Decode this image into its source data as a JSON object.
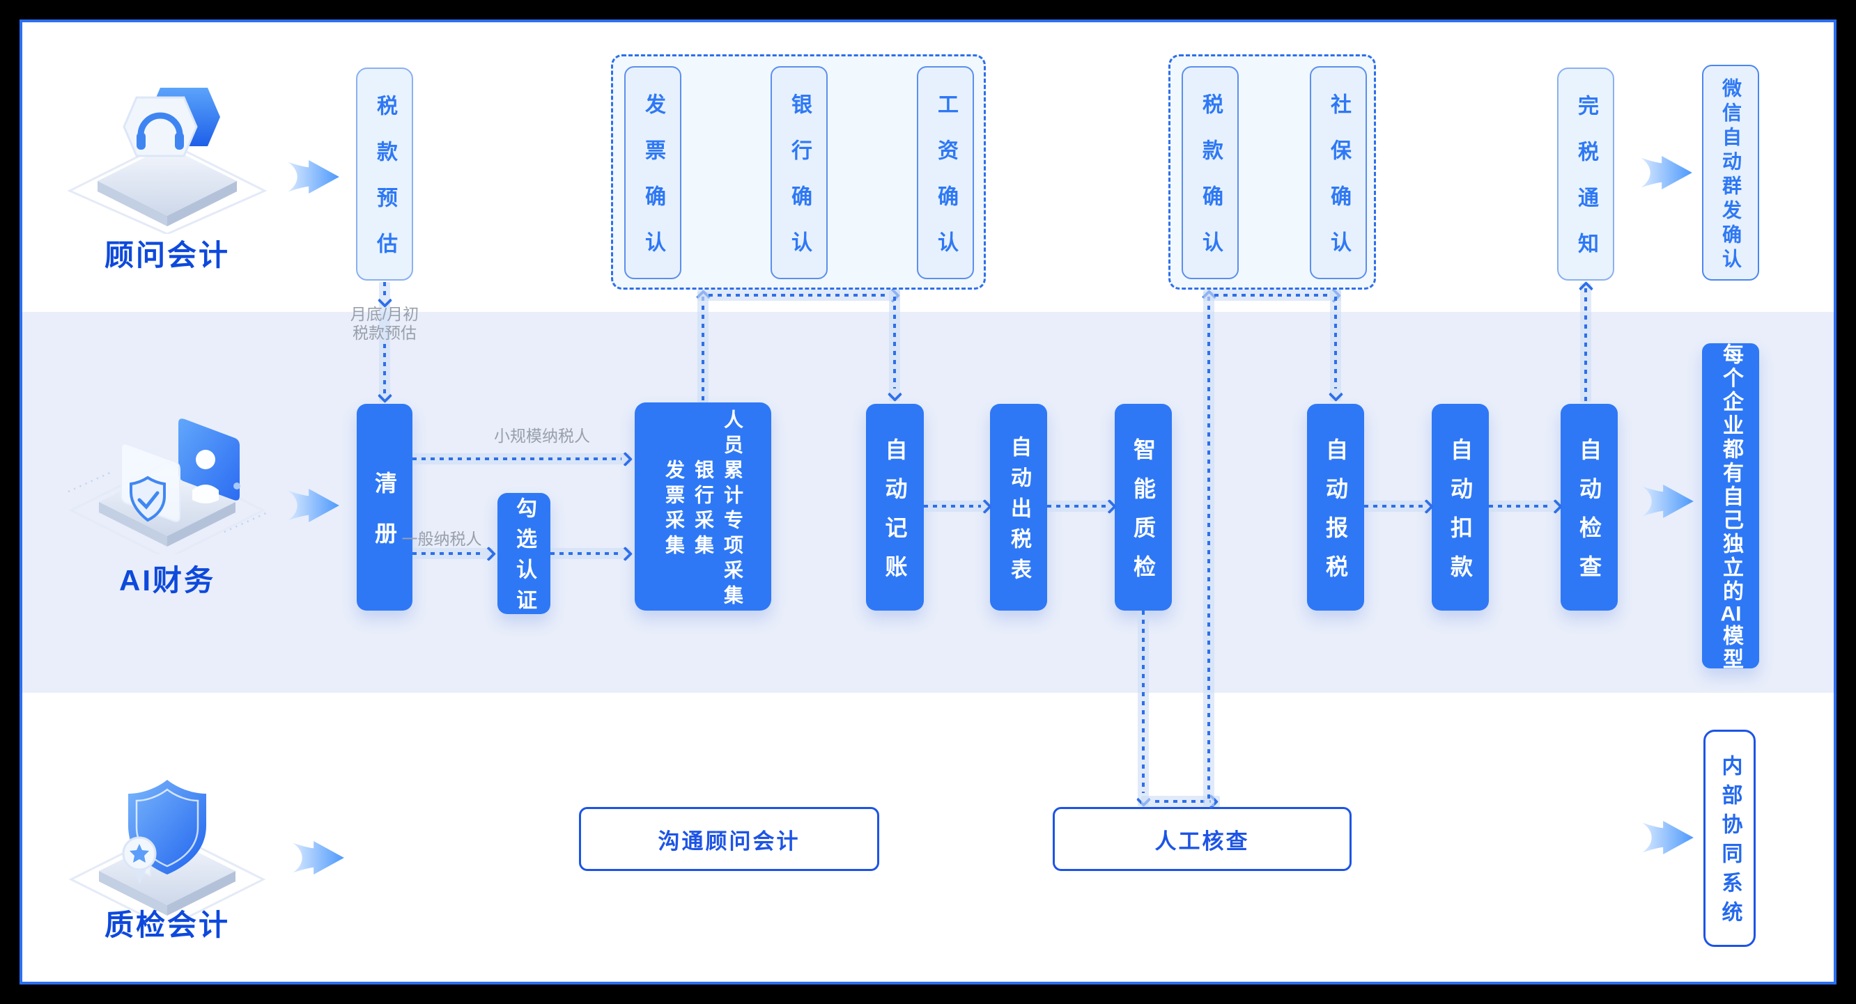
{
  "colors": {
    "accent_blue": "#2e78f6",
    "deep_label_blue": "#0d49dc",
    "dashed_line_blue": "#2e6fe9",
    "light_box_fill": "#e9f3fe",
    "lane_band": "#e9eefa",
    "outline_box_blue": "#1d54e6",
    "gray_note": "#98a0ac",
    "frame_border": "#2c6ef2",
    "frame_background": "#000000"
  },
  "icons": {
    "advisor": "headset-shield-3d-icon",
    "ai_finance": "screen-person-shield-3d-icon",
    "qc": "shield-medal-3d-icon",
    "flow_arrow": "gradient-right-arrow"
  },
  "lanes": {
    "advisor": {
      "label": "顾问会计"
    },
    "ai_finance": {
      "label": "AI财务"
    },
    "qc": {
      "label": "质检会计"
    }
  },
  "top_lane": {
    "tax_estimate": "税款预估",
    "confirm_group_1": {
      "items": [
        "发票确认",
        "银行确认",
        "工资确认"
      ]
    },
    "confirm_group_2": {
      "items": [
        "税款确认",
        "社保确认"
      ]
    },
    "tax_paid_notice": "完税通知",
    "wechat_broadcast": "微信自动群发确认"
  },
  "mid_lane": {
    "register": "清册",
    "tick_auth": "勾选认证",
    "collection": {
      "columns": [
        "发票采集",
        "银行采集",
        "人员累计专项采集"
      ]
    },
    "auto_bookkeeping": "自动记账",
    "auto_tax_report": "自动出税表",
    "smart_qc": "智能质检",
    "auto_tax_filing": "自动报税",
    "auto_deduction": "自动扣款",
    "auto_check": "自动检查",
    "ai_model": {
      "segments": [
        "每个企业都有自己独立的",
        "AI",
        "模型"
      ]
    }
  },
  "bottom_lane": {
    "communicate_advisor": "沟通顾问会计",
    "manual_review": "人工核查",
    "internal_system": "内部协同系统"
  },
  "edge_labels": {
    "monthly_line1": "月底/月初",
    "monthly_line2": "税款预估",
    "small_scale_taxpayer": "小规模纳税人",
    "general_taxpayer": "一般纳税人"
  }
}
